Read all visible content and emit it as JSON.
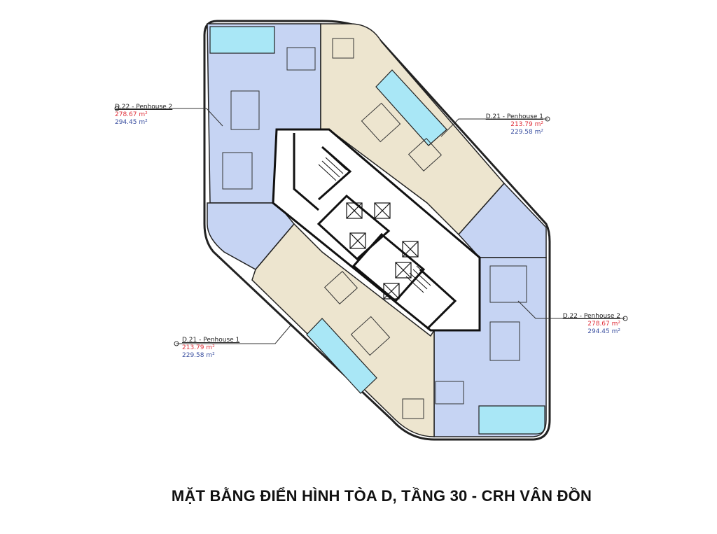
{
  "title": "MẶT BẰNG ĐIỂN HÌNH TÒA D, TẦNG 30 - CRH VÂN ĐỒN",
  "colors": {
    "penthouse_2_fill": "#c6d4f3",
    "penthouse_1_fill": "#ede5cf",
    "pool_fill": "#a9e7f6",
    "core_fill": "#ffffff",
    "wall": "#111111",
    "area_net": "#e0303a",
    "area_gross": "#3a4fa0"
  },
  "units": [
    {
      "id": "top-left",
      "name": "D.22 - Penhouse 2",
      "area_net": "278.67 m²",
      "area_gross": "294.45 m²"
    },
    {
      "id": "top-right",
      "name": "D.21 - Penhouse 1",
      "area_net": "213.79 m²",
      "area_gross": "229.58 m²"
    },
    {
      "id": "bottom-right",
      "name": "D.22 - Penhouse 2",
      "area_net": "278.67 m²",
      "area_gross": "294.45 m²"
    },
    {
      "id": "bottom-left",
      "name": "D.21 - Penhouse 1",
      "area_net": "213.79 m²",
      "area_gross": "229.58 m²"
    }
  ]
}
